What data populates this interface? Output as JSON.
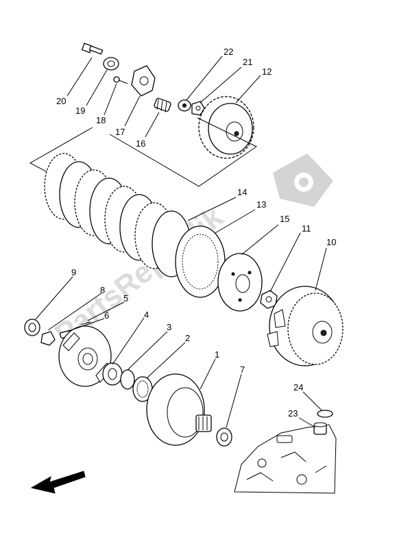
{
  "watermark": {
    "text": "PartsRepublik"
  },
  "callouts": [
    {
      "id": "20",
      "label": "20"
    },
    {
      "id": "19",
      "label": "19"
    },
    {
      "id": "18",
      "label": "18"
    },
    {
      "id": "17",
      "label": "17"
    },
    {
      "id": "16",
      "label": "16"
    },
    {
      "id": "22",
      "label": "22"
    },
    {
      "id": "21",
      "label": "21"
    },
    {
      "id": "12",
      "label": "12"
    },
    {
      "id": "14",
      "label": "14"
    },
    {
      "id": "13",
      "label": "13"
    },
    {
      "id": "15",
      "label": "15"
    },
    {
      "id": "11",
      "label": "11"
    },
    {
      "id": "10",
      "label": "10"
    },
    {
      "id": "9",
      "label": "9"
    },
    {
      "id": "8",
      "label": "8"
    },
    {
      "id": "5",
      "label": "5"
    },
    {
      "id": "6",
      "label": "6"
    },
    {
      "id": "4",
      "label": "4"
    },
    {
      "id": "3",
      "label": "3"
    },
    {
      "id": "2",
      "label": "2"
    },
    {
      "id": "1",
      "label": "1"
    },
    {
      "id": "7",
      "label": "7"
    },
    {
      "id": "24",
      "label": "24"
    },
    {
      "id": "23",
      "label": "23"
    }
  ],
  "direction_arrow": {
    "icon": "front-direction-arrow-icon"
  }
}
